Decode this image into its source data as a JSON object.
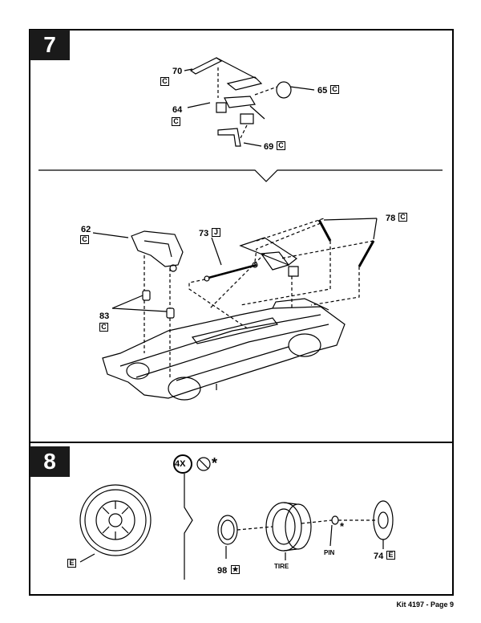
{
  "steps": {
    "step7": {
      "number": "7"
    },
    "step8": {
      "number": "8"
    }
  },
  "parts_upper": [
    {
      "num": "70",
      "letter": "C"
    },
    {
      "num": "65",
      "letter": "C"
    },
    {
      "num": "64",
      "letter": "C"
    },
    {
      "num": "69",
      "letter": "C"
    }
  ],
  "parts_lower": [
    {
      "num": "62",
      "letter": "C"
    },
    {
      "num": "73",
      "letter": "J"
    },
    {
      "num": "78",
      "letter": "C"
    },
    {
      "num": "83",
      "letter": "C"
    }
  ],
  "step8_parts": {
    "hubcap_letter": "E",
    "quantity": "4X",
    "no_glue_icon": "no-glue-icon",
    "star": "*",
    "wheel": {
      "num": "98",
      "letter": "★"
    },
    "tire": "TIRE",
    "pin": "PIN",
    "pin_star": "*",
    "backing": {
      "num": "74",
      "letter": "E"
    }
  },
  "footer": {
    "kit": "Kit 4197 - Page 9"
  }
}
